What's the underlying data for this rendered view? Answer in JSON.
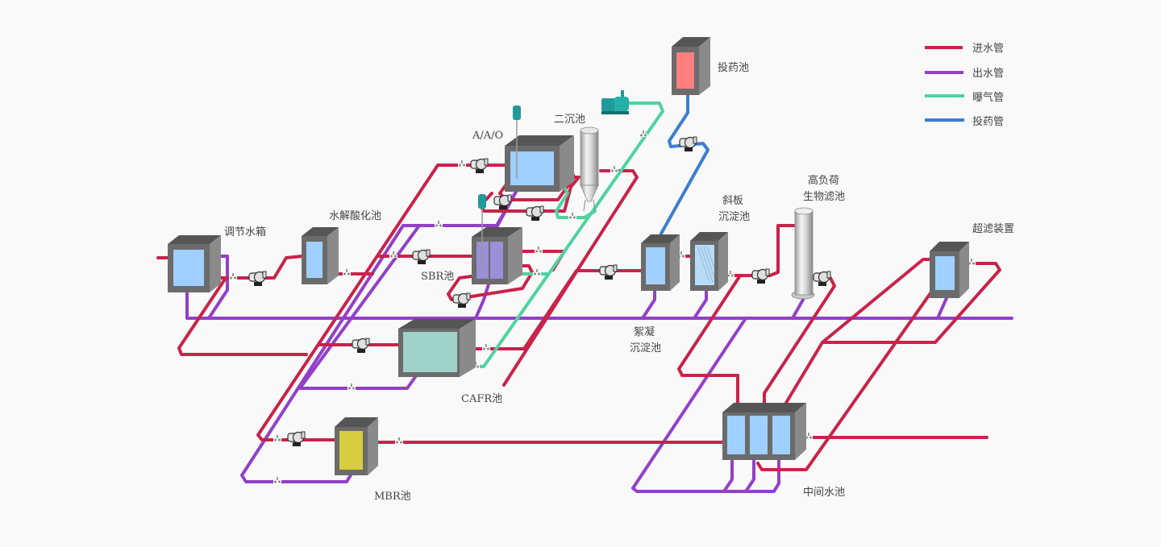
{
  "title": "水处理工艺流程图",
  "colors": {
    "inlet": "#c8234a",
    "outlet": "#9240c8",
    "aeration": "#4fd3a0",
    "dosing": "#3a7fd0",
    "background": "#f9f9f9",
    "tank_body": "#6b6b6b",
    "water": "#9fd0ff"
  },
  "legend": [
    {
      "key": "inlet",
      "label": "进水管"
    },
    {
      "key": "outlet",
      "label": "出水管"
    },
    {
      "key": "aeration",
      "label": "曝气管"
    },
    {
      "key": "dosing",
      "label": "投药管"
    }
  ],
  "units": {
    "regulating_tank": {
      "label": "调节水箱",
      "fill": "#9fd0ff"
    },
    "hydrolysis_tank": {
      "label": "水解酸化池",
      "fill": "#9fd0ff"
    },
    "aao_tank": {
      "label": "A/A/O",
      "fill": "#9fd0ff"
    },
    "secondary_clarifier": {
      "label": "二沉池"
    },
    "sbr_tank": {
      "label": "SBR池",
      "fill": "#9a8fd8"
    },
    "cafr_tank": {
      "label": "CAFR池",
      "fill": "#9fd2c8"
    },
    "mbr_tank": {
      "label": "MBR池",
      "fill": "#d8cc40"
    },
    "dosing_tank": {
      "label": "投药池",
      "fill": "#ff7f7f"
    },
    "flocculation_tank": {
      "label_line1": "絮凝",
      "label_line2": "沉淀池",
      "fill": "#9fd0ff"
    },
    "inclined_plate_tank": {
      "label_line1": "斜板",
      "label_line2": "沉淀池",
      "fill": "#b8dcf8"
    },
    "biofilter": {
      "label_line1": "高负荷",
      "label_line2": "生物滤池"
    },
    "ultrafiltration": {
      "label": "超滤装置",
      "fill": "#9fd0ff"
    },
    "intermediate_tank": {
      "label": "中间水池",
      "fill": "#9fd0ff"
    }
  }
}
